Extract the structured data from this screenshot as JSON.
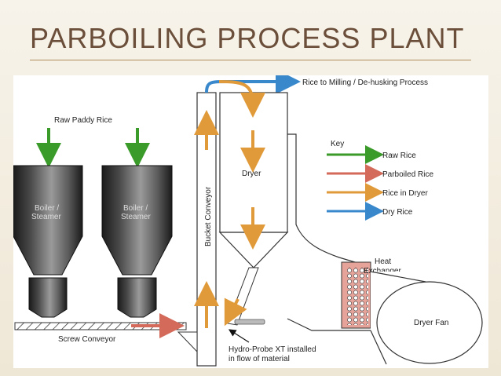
{
  "slide": {
    "title": "PARBOILING PROCESS PLANT"
  },
  "diagram": {
    "labels": {
      "raw_paddy": "Raw Paddy Rice",
      "boiler_1_line1": "Boiler /",
      "boiler_1_line2": "Steamer",
      "boiler_2_line1": "Boiler /",
      "boiler_2_line2": "Steamer",
      "screw_conveyor": "Screw Conveyor",
      "bucket_conveyor": "Bucket Conveyor",
      "dryer": "Dryer",
      "milling": "Rice to Milling / De-husking Process",
      "heat_exchanger_line1": "Heat",
      "heat_exchanger_line2": "Exchanger",
      "dryer_fan": "Dryer Fan",
      "probe_line1": "Hydro-Probe XT installed",
      "probe_line2": "in flow of material"
    },
    "key": {
      "title": "Key",
      "items": [
        {
          "label": "Raw Rice",
          "color": "#3a9a2a"
        },
        {
          "label": "Parboiled Rice",
          "color": "#d46a5a"
        },
        {
          "label": "Rice in Dryer",
          "color": "#e09a3a"
        },
        {
          "label": "Dry Rice",
          "color": "#3a88cc"
        }
      ]
    },
    "colors": {
      "raw": "#3a9a2a",
      "parboiled": "#d46a5a",
      "dryer": "#e09a3a",
      "dry": "#3a88cc",
      "heat_exchanger": "#e6a39a"
    }
  }
}
